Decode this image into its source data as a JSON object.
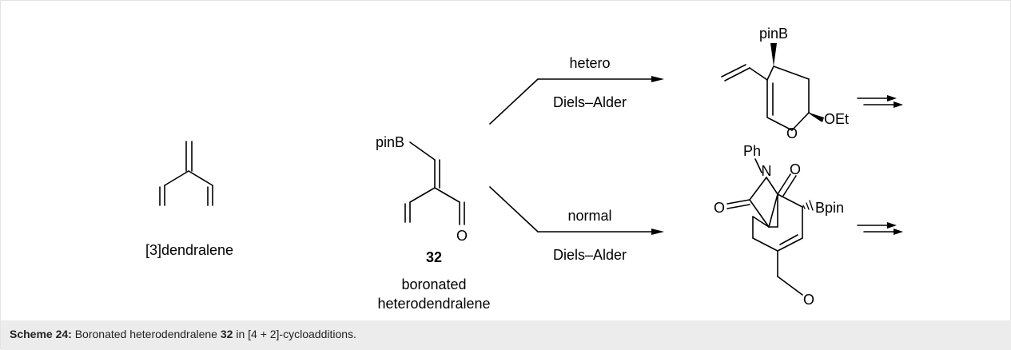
{
  "scheme": {
    "compound_dendralene_name": "[3]dendralene",
    "compound_32_number": "32",
    "compound_32_name_line1": "boronated",
    "compound_32_name_line2": "heterodendralene",
    "compound_32_pinB": "pinB",
    "compound_32_O": "O",
    "upper_arrow_label_top": "hetero",
    "upper_arrow_label_bottom": "Diels–Alder",
    "lower_arrow_label_top": "normal",
    "lower_arrow_label_bottom": "Diels–Alder",
    "upper_product_pinB": "pinB",
    "upper_product_O": "O",
    "upper_product_OEt": "OEt",
    "lower_product_Ph": "Ph",
    "lower_product_N": "N",
    "lower_product_O_top": "O",
    "lower_product_O_left": "O",
    "lower_product_Bpin": "Bpin",
    "lower_product_O_bottom": "O"
  },
  "caption": {
    "prefix": "Scheme 24:",
    "text_before": " Boronated heterodendralene ",
    "compound": "32",
    "text_after": " in [4 + 2]-cycloadditions."
  }
}
